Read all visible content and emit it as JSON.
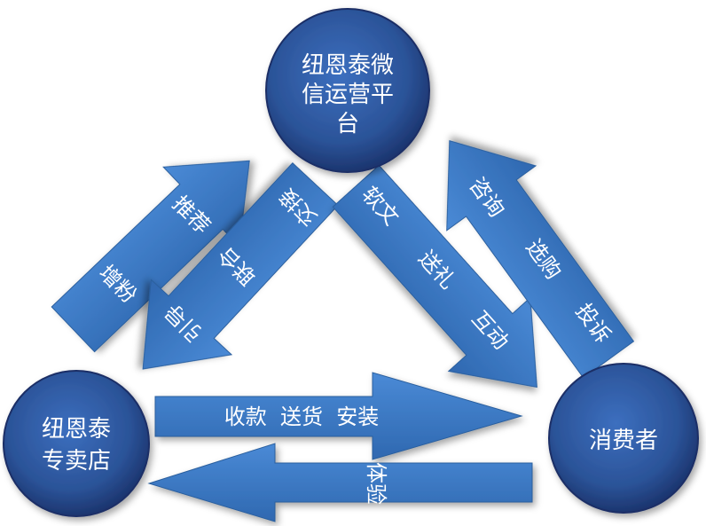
{
  "nodes": {
    "platform": {
      "lines": [
        "纽恩泰微",
        "信运营平",
        "台"
      ]
    },
    "store": {
      "lines": [
        "纽恩泰",
        "专卖店"
      ]
    },
    "consumer": {
      "lines": [
        "消费者"
      ]
    }
  },
  "arrows": {
    "store_to_platform": {
      "label_1": "推荐",
      "label_2": "增粉"
    },
    "platform_to_store": {
      "label_1": "交接",
      "label_2": "联合",
      "label_3": "引导"
    },
    "platform_to_consumer": {
      "label_1": "软文",
      "label_2": "送礼",
      "label_3": "互动"
    },
    "consumer_to_platform": {
      "label_1": "咨询",
      "label_2": "选购",
      "label_3": "投诉"
    },
    "store_to_consumer": {
      "label": "收款  送货  安装"
    },
    "consumer_to_store": {
      "label": "体验"
    }
  },
  "colors": {
    "node_fill": "#2f5aa0",
    "node_edge": "#1a2f66",
    "arrow_fill": "#3d78c4",
    "arrow_edge": "#2a5f9e",
    "text": "#ffffff"
  }
}
